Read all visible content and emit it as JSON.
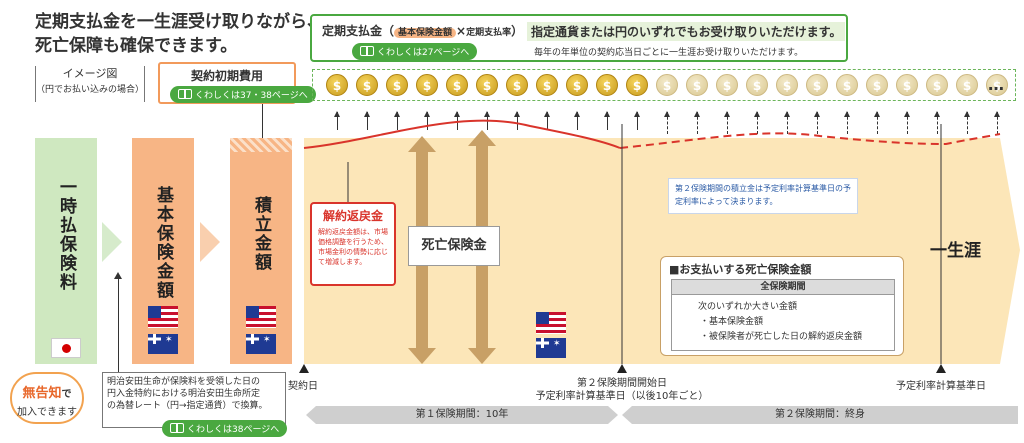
{
  "headline": {
    "line1": "定期支払金を一生涯受け取りながら、",
    "line2": "死亡保障も確保できます。"
  },
  "image_note": {
    "line1": "イメージ図",
    "line2": "（円でお払い込みの場合）"
  },
  "initial_cost": {
    "title": "契約初期費用",
    "link": "くわしくは37・38ページへ"
  },
  "periodic": {
    "label": "定期支払金",
    "paren_open": "（",
    "badge": "基本保険金額",
    "times": "×",
    "rate": "定期支払率",
    "paren_close": "）",
    "link": "くわしくは27ページへ",
    "main_text": "指定通貨または円のいずれでもお受け取りいただけます。",
    "sub_text": "毎年の年単位の契約応当日ごとに一生涯お受け取りいただけます。",
    "coin_symbol": "$",
    "ellipsis": "…"
  },
  "columns": {
    "lump_premium": "一時払保険料",
    "basic_amount": "基本保険金額",
    "reserve": "積立金額"
  },
  "surrender": {
    "title": "解約返戻金",
    "desc": "解約返戻金額は、市場価格調整を行うため、市場金利の情勢に応じて増減します。"
  },
  "death_benefit": "死亡保険金",
  "second_period_note": "第２保険期間の積立金は予定利率計算基準日の予定利率によって決まります。",
  "lifetime": "一生涯",
  "death_payout": {
    "title": "■お支払いする死亡保険金額",
    "header": "全保険期間",
    "line1": "次のいずれか大きい金額",
    "line2": "・基本保険金額",
    "line3": "・被保険者が死亡した日の解約返戻金額"
  },
  "timeline": {
    "contract_day": "契約日",
    "second_start_line1": "第２保険期間開始日",
    "second_start_line2": "予定利率計算基準日（以後10年ごと）",
    "rate_calc_day": "予定利率計算基準日",
    "period1": "第１保険期間：10年",
    "period2": "第２保険期間：終身"
  },
  "no_notice": {
    "line1a": "無告知",
    "line1b": "で",
    "line2": "加入できます"
  },
  "exchange_note": {
    "line1": "明治安田生命が保険料を受領した日の",
    "line2": "円入金特約における明治安田生命所定",
    "line3": "の為替レート（円→指定通貨）で換算。",
    "link": "くわしくは38ページへ"
  },
  "colors": {
    "green_frame": "#4aa840",
    "green_column": "#cfe8c0",
    "salmon_column": "#f7b585",
    "cream_area": "#fce6b8",
    "brown_arrow": "#c8a066",
    "curve_red": "#d9342b",
    "note_blue": "#2a5aa5",
    "timeline_bar": "#cfcfcf"
  },
  "coins": {
    "gold_count": 11,
    "pale_count": 12
  }
}
